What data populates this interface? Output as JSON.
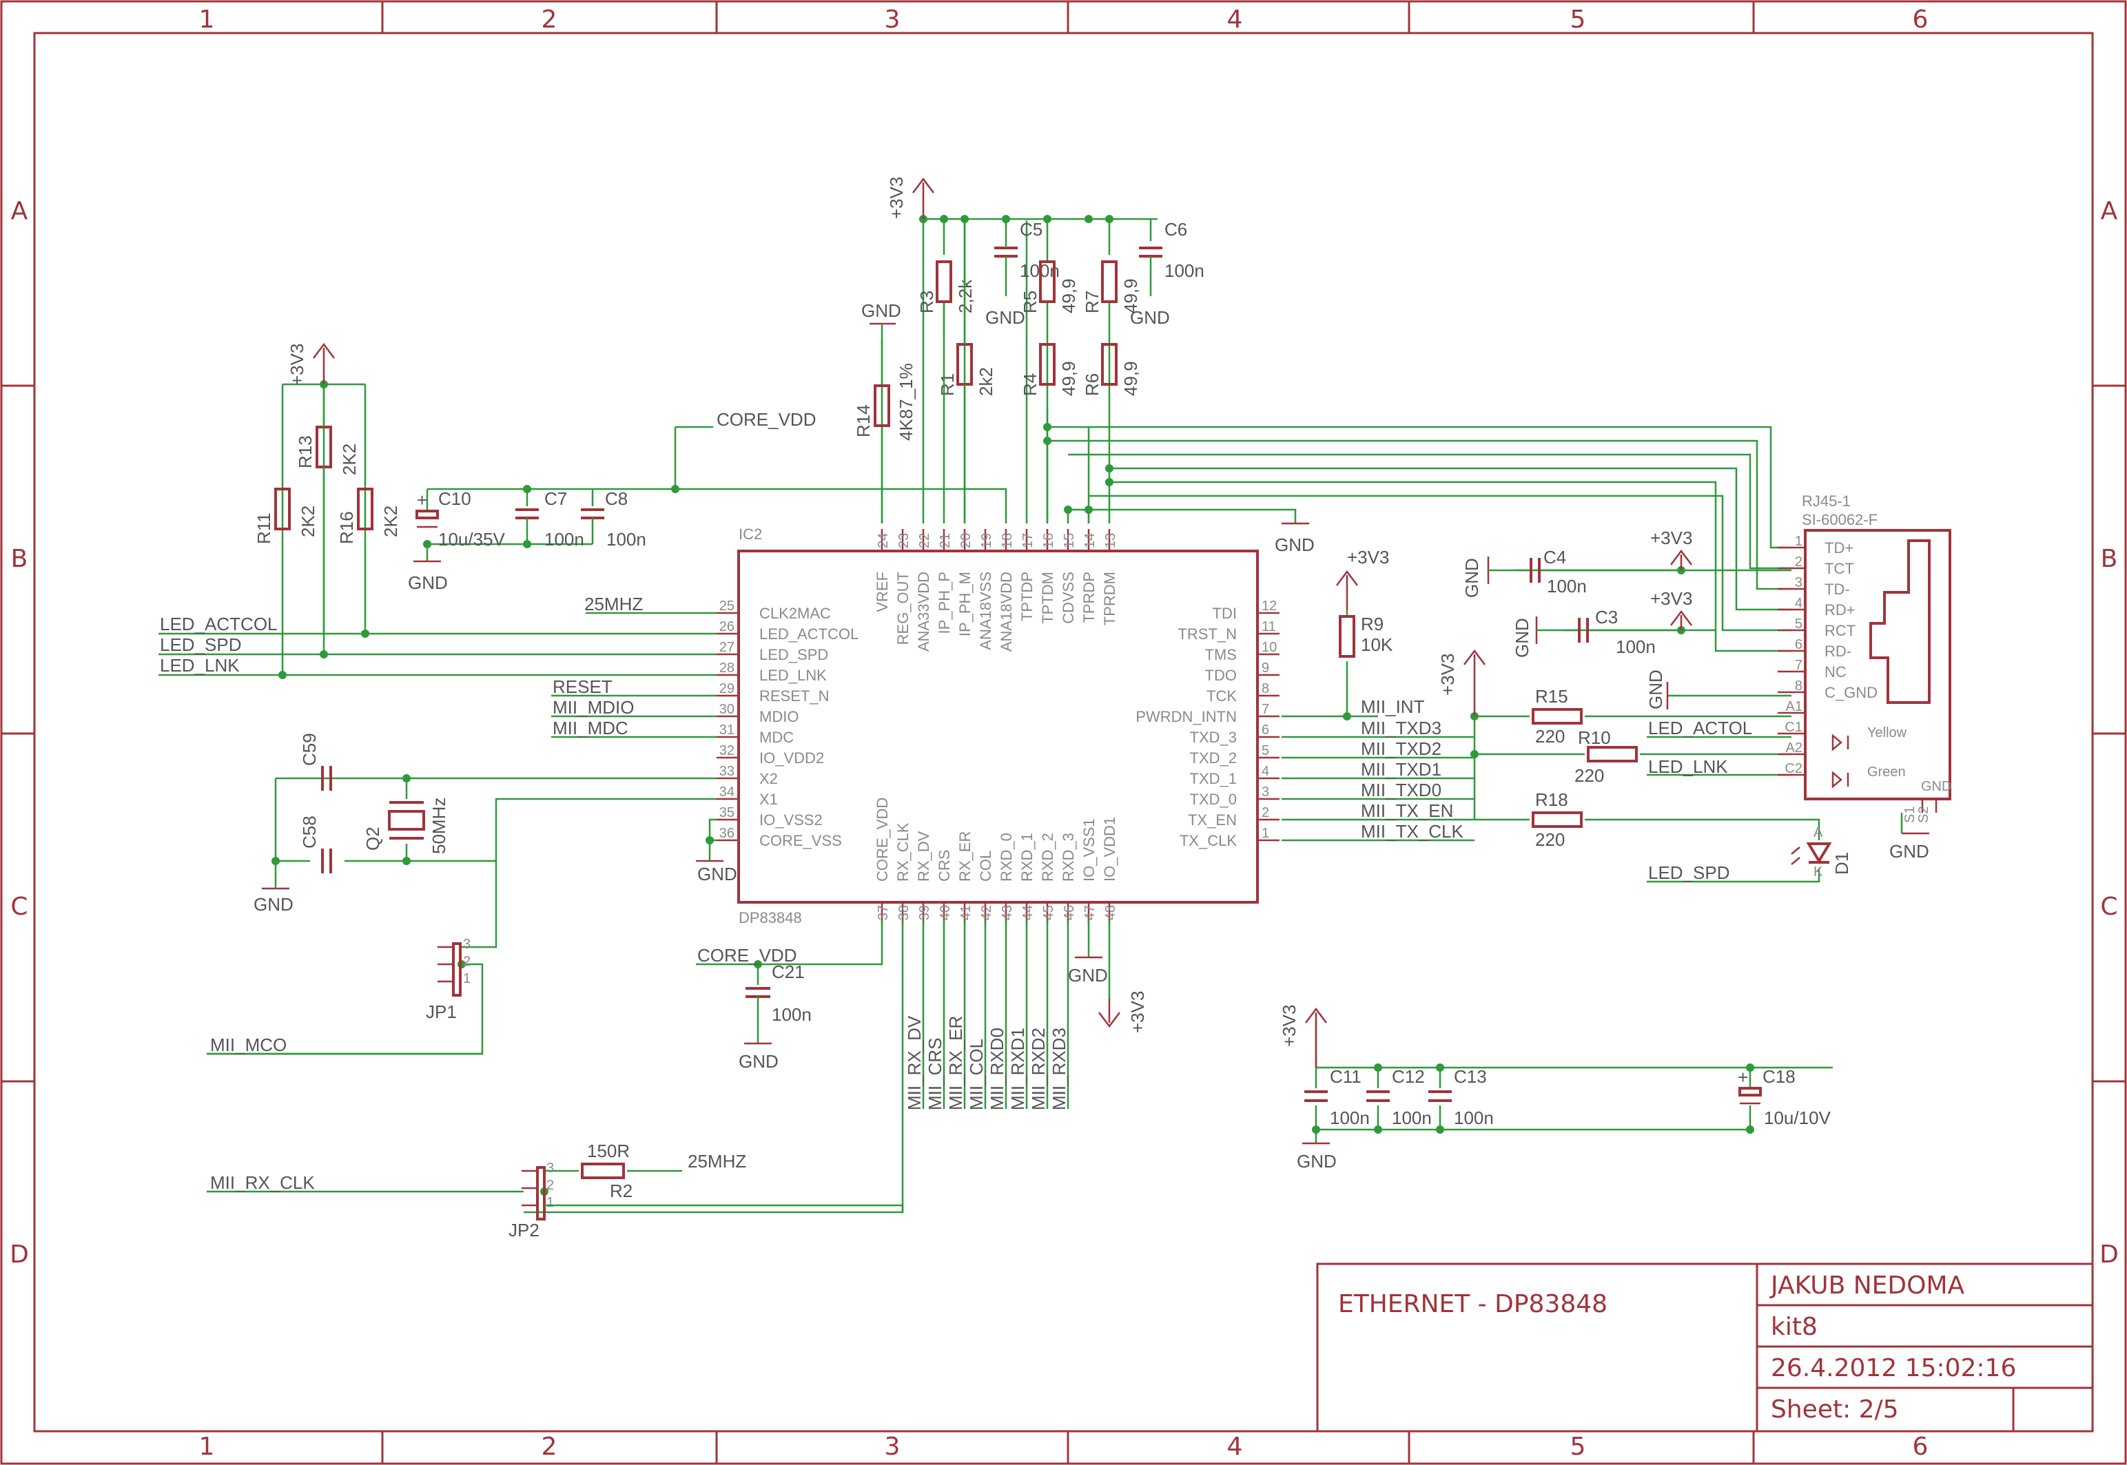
{
  "frame": {
    "columns": [
      "1",
      "2",
      "3",
      "4",
      "5",
      "6"
    ],
    "rows": [
      "A",
      "B",
      "C",
      "D"
    ]
  },
  "title_block": {
    "title": "ETHERNET - DP83848",
    "author": "JAKUB NEDOMA",
    "project": "kit8",
    "date": "26.4.2012 15:02:16",
    "sheet": "Sheet: 2/5"
  },
  "ic": {
    "ref": "IC2",
    "part": "DP83848",
    "left_pins": [
      {
        "num": "25",
        "name": "CLK2MAC"
      },
      {
        "num": "26",
        "name": "LED_ACTCOL"
      },
      {
        "num": "27",
        "name": "LED_SPD"
      },
      {
        "num": "28",
        "name": "LED_LNK"
      },
      {
        "num": "29",
        "name": "RESET_N"
      },
      {
        "num": "30",
        "name": "MDIO"
      },
      {
        "num": "31",
        "name": "MDC"
      },
      {
        "num": "32",
        "name": "IO_VDD2"
      },
      {
        "num": "33",
        "name": "X2"
      },
      {
        "num": "34",
        "name": "X1"
      },
      {
        "num": "35",
        "name": "IO_VSS2"
      },
      {
        "num": "36",
        "name": "CORE_VSS"
      }
    ],
    "right_pins": [
      {
        "num": "12",
        "name": "TDI"
      },
      {
        "num": "11",
        "name": "TRST_N"
      },
      {
        "num": "10",
        "name": "TMS"
      },
      {
        "num": "9",
        "name": "TDO"
      },
      {
        "num": "8",
        "name": "TCK"
      },
      {
        "num": "7",
        "name": "PWRDN_INTN"
      },
      {
        "num": "6",
        "name": "TXD_3"
      },
      {
        "num": "5",
        "name": "TXD_2"
      },
      {
        "num": "4",
        "name": "TXD_1"
      },
      {
        "num": "3",
        "name": "TXD_0"
      },
      {
        "num": "2",
        "name": "TX_EN"
      },
      {
        "num": "1",
        "name": "TX_CLK"
      }
    ],
    "top_pins": [
      {
        "num": "24",
        "name": "VREF"
      },
      {
        "num": "23",
        "name": "REG_OUT"
      },
      {
        "num": "22",
        "name": "ANA33VDD"
      },
      {
        "num": "21",
        "name": "IP_PH_P"
      },
      {
        "num": "20",
        "name": "IP_PH_M"
      },
      {
        "num": "19",
        "name": "ANA18VSS"
      },
      {
        "num": "18",
        "name": "ANA18VDD"
      },
      {
        "num": "17",
        "name": "TPTDP"
      },
      {
        "num": "16",
        "name": "TPTDM"
      },
      {
        "num": "15",
        "name": "CDVSS"
      },
      {
        "num": "14",
        "name": "TPRDP"
      },
      {
        "num": "13",
        "name": "TPRDM"
      }
    ],
    "bottom_pins": [
      {
        "num": "37",
        "name": "CORE_VDD"
      },
      {
        "num": "38",
        "name": "RX_CLK"
      },
      {
        "num": "39",
        "name": "RX_DV"
      },
      {
        "num": "40",
        "name": "CRS"
      },
      {
        "num": "41",
        "name": "RX_ER"
      },
      {
        "num": "42",
        "name": "COL"
      },
      {
        "num": "43",
        "name": "RXD_0"
      },
      {
        "num": "44",
        "name": "RXD_1"
      },
      {
        "num": "45",
        "name": "RXD_2"
      },
      {
        "num": "46",
        "name": "RXD_3"
      },
      {
        "num": "47",
        "name": "IO_VSS1"
      },
      {
        "num": "48",
        "name": "IO_VDD1"
      }
    ]
  },
  "rj45": {
    "ref": "RJ45-1",
    "part": "SI-60062-F",
    "pins": [
      {
        "num": "1",
        "name": "TD+"
      },
      {
        "num": "2",
        "name": "TCT"
      },
      {
        "num": "3",
        "name": "TD-"
      },
      {
        "num": "4",
        "name": "RD+"
      },
      {
        "num": "5",
        "name": "RCT"
      },
      {
        "num": "6",
        "name": "RD-"
      },
      {
        "num": "7",
        "name": "NC"
      },
      {
        "num": "8",
        "name": "C_GND"
      },
      {
        "num": "A1",
        "name": ""
      },
      {
        "num": "C1",
        "name": ""
      },
      {
        "num": "A2",
        "name": ""
      },
      {
        "num": "C2",
        "name": ""
      }
    ],
    "led_yellow": "Yellow",
    "led_green": "Green",
    "gnd_label": "GND",
    "shield_pins": [
      "S1",
      "S2"
    ]
  },
  "nets": {
    "core_vdd": "CORE_VDD",
    "core_vdd_2": "CORE_VDD",
    "clk_25mhz": "25MHZ",
    "clk_25mhz_2": "25MHZ",
    "led_actcol": "LED_ACTCOL",
    "led_spd": "LED_SPD",
    "led_lnk": "LED_LNK",
    "reset": "RESET",
    "mii_mdio": "MII_MDIO",
    "mii_mdc": "MII_MDC",
    "mii_mco": "MII_MCO",
    "mii_rx_clk": "MII_RX_CLK",
    "mii_int": "MII_INT",
    "mii_txd3": "MII_TXD3",
    "mii_txd2": "MII_TXD2",
    "mii_txd1": "MII_TXD1",
    "mii_txd0": "MII_TXD0",
    "mii_tx_en": "MII_TX_EN",
    "mii_tx_clk": "MII_TX_CLK",
    "rx_bus": [
      "MII_RX_DV",
      "MII_CRS",
      "MII_RX_ER",
      "MII_COL",
      "MII_RXD0",
      "MII_RXD1",
      "MII_RXD2",
      "MII_RXD3"
    ],
    "rj_led_actcol": "LED_ACTOL",
    "rj_led_lnk": "LED_LNK",
    "rj_led_spd": "LED_SPD"
  },
  "power": {
    "v33": "+3V3",
    "gnd": "GND"
  },
  "parts": {
    "R11": {
      "ref": "R11",
      "value": "2K2"
    },
    "R13": {
      "ref": "R13",
      "value": "2K2"
    },
    "R16": {
      "ref": "R16",
      "value": "2K2"
    },
    "C10": {
      "ref": "C10",
      "value": "10u/35V"
    },
    "C7": {
      "ref": "C7",
      "value": "100n"
    },
    "C8": {
      "ref": "C8",
      "value": "100n"
    },
    "R14": {
      "ref": "R14",
      "value": "4K87_1%"
    },
    "R3": {
      "ref": "R3",
      "value": "2,2k"
    },
    "R1": {
      "ref": "R1",
      "value": "2k2"
    },
    "C5": {
      "ref": "C5",
      "value": "100n"
    },
    "R5": {
      "ref": "R5",
      "value": "49,9"
    },
    "R4": {
      "ref": "R4",
      "value": "49,9"
    },
    "R7": {
      "ref": "R7",
      "value": "49,9"
    },
    "R6": {
      "ref": "R6",
      "value": "49,9"
    },
    "C6": {
      "ref": "C6",
      "value": "100n"
    },
    "C59": {
      "ref": "C59",
      "value": ""
    },
    "C58": {
      "ref": "C58",
      "value": ""
    },
    "Q2": {
      "ref": "Q2",
      "value": "50MHz"
    },
    "JP1": {
      "ref": "JP1",
      "value": ""
    },
    "JP2": {
      "ref": "JP2",
      "value": ""
    },
    "R2": {
      "ref": "R2",
      "value": "150R"
    },
    "C21": {
      "ref": "C21",
      "value": "100n"
    },
    "R9": {
      "ref": "R9",
      "value": "10K"
    },
    "C4": {
      "ref": "C4",
      "value": "100n"
    },
    "C3": {
      "ref": "C3",
      "value": "100n"
    },
    "R15": {
      "ref": "R15",
      "value": "220"
    },
    "R10": {
      "ref": "R10",
      "value": "220"
    },
    "R18": {
      "ref": "R18",
      "value": "220"
    },
    "D1": {
      "ref": "D1",
      "value": ""
    },
    "C11": {
      "ref": "C11",
      "value": "100n"
    },
    "C12": {
      "ref": "C12",
      "value": "100n"
    },
    "C13": {
      "ref": "C13",
      "value": "100n"
    },
    "C18": {
      "ref": "C18",
      "value": "10u/10V"
    }
  },
  "jumper_pins": [
    "1",
    "2",
    "3"
  ],
  "d1_pins": {
    "anode": "A",
    "cathode": "K"
  }
}
